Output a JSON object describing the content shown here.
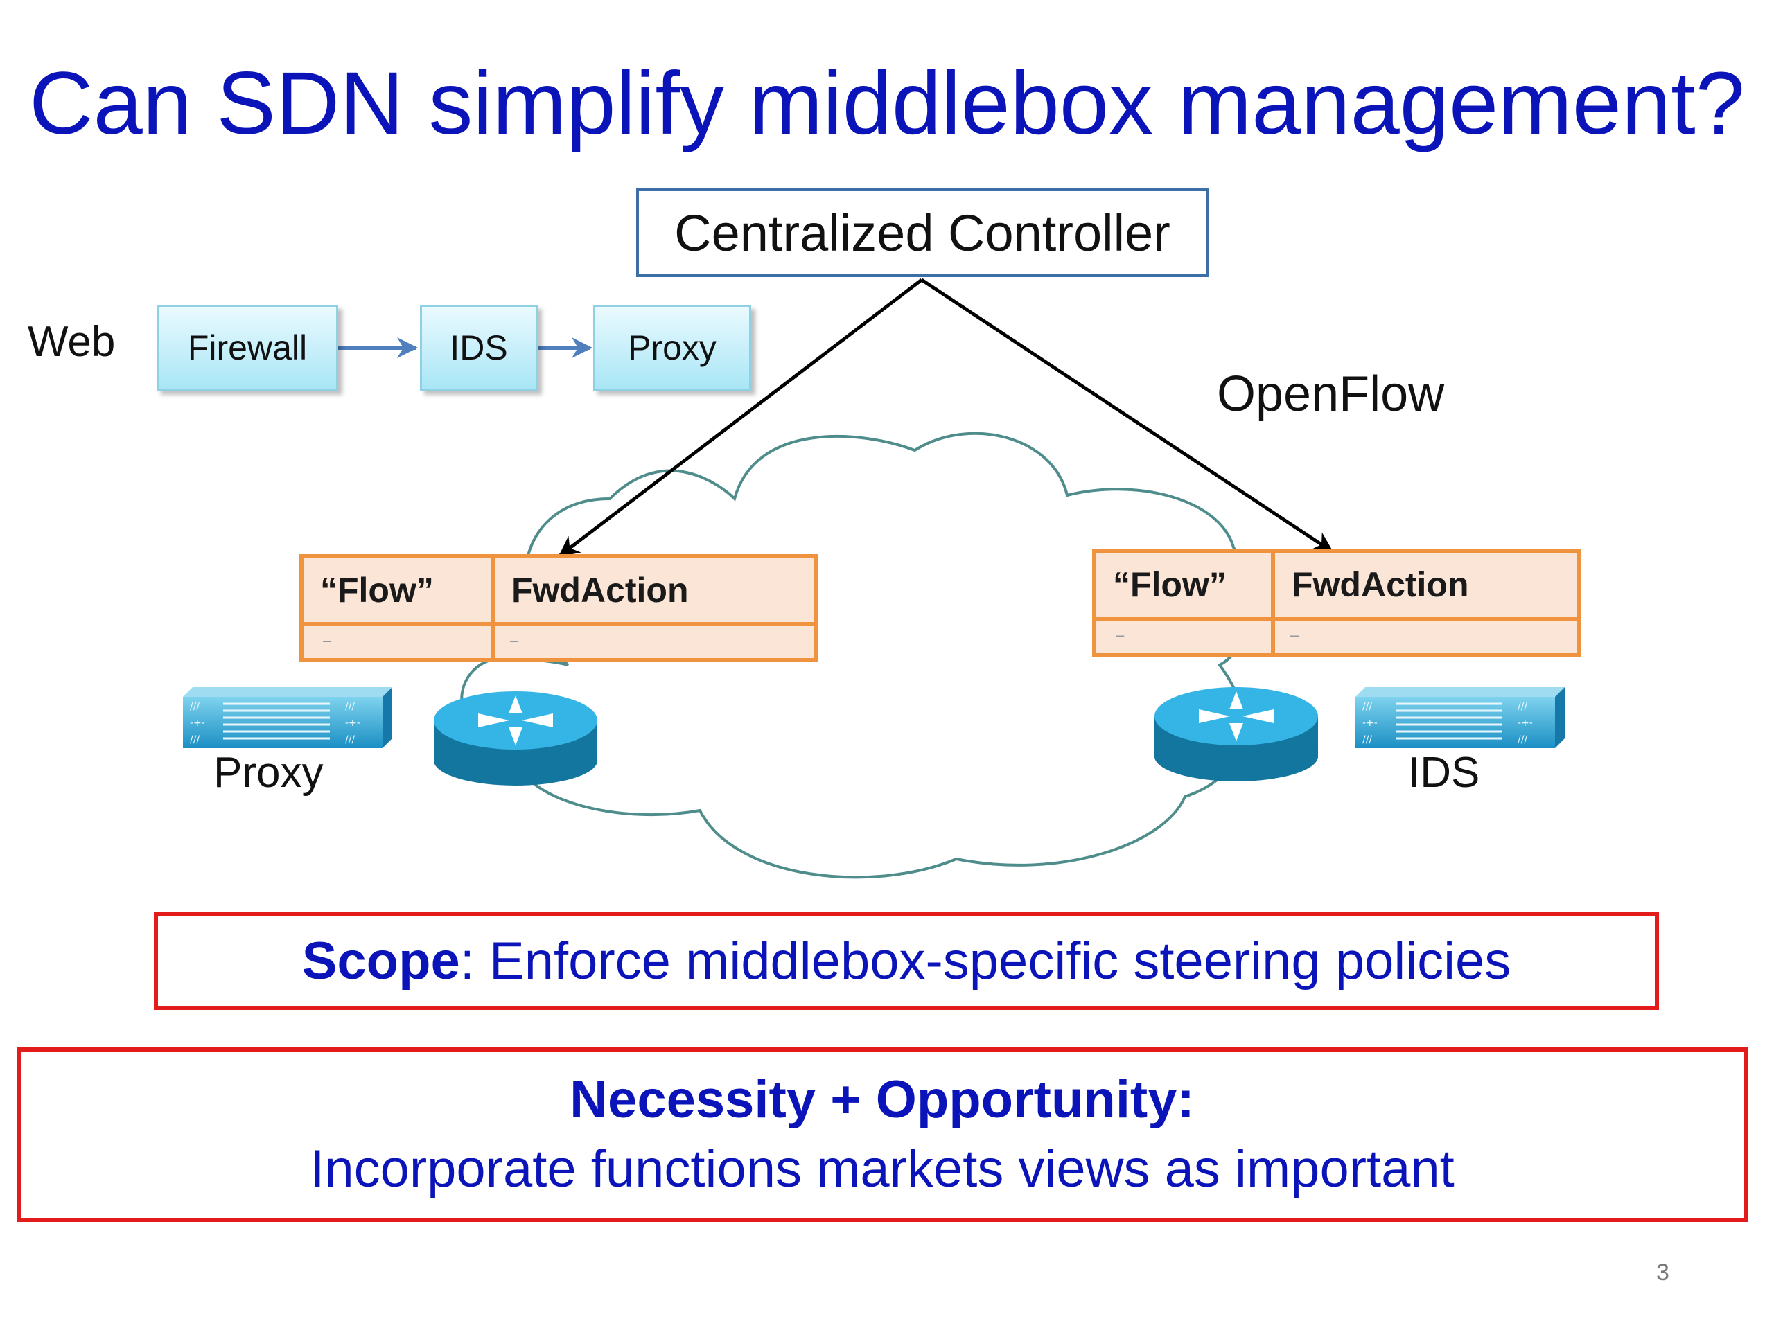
{
  "title": "Can SDN simplify middlebox management?",
  "controller": {
    "label": "Centralized Controller"
  },
  "policy_chain": {
    "label": "Web",
    "boxes": [
      "Firewall",
      "IDS",
      "Proxy"
    ]
  },
  "openflow_label": "OpenFlow",
  "flow_tables": [
    {
      "col1_header": "“Flow”",
      "col2_header": "FwdAction",
      "col1_row": "–",
      "col2_row": "–"
    },
    {
      "col1_header": "“Flow”",
      "col2_header": "FwdAction",
      "col1_row": "–",
      "col2_row": "–"
    }
  ],
  "devices": {
    "left_label": "Proxy",
    "right_label": "IDS"
  },
  "scope": {
    "bold": "Scope",
    "text": ": Enforce middlebox-specific steering policies"
  },
  "necessity": {
    "line1": "Necessity + Opportunity:",
    "line2": "Incorporate functions markets views as important"
  },
  "page_number": "3",
  "colors": {
    "title": "#0b14b8",
    "table_border": "#f0933e",
    "table_fill": "#fbe5d6",
    "callout_border": "#e31b1b",
    "router": "#1aa3d9"
  }
}
